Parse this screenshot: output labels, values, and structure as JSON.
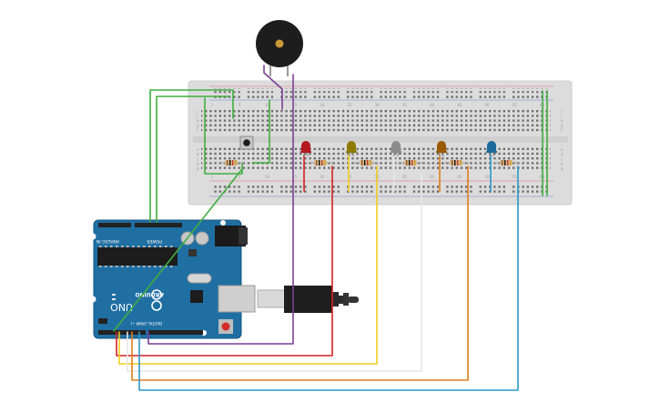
{
  "board": {
    "logo_text": "ARDUINO",
    "model": "UNO",
    "power_header_label": "POWER",
    "analog_header_label": "ANALOG IN",
    "digital_label": "DIGITAL (PWM ~)"
  },
  "breadboard": {
    "column_numbers": [
      "1",
      "5",
      "10",
      "15",
      "20",
      "25",
      "30",
      "35",
      "40",
      "45",
      "50",
      "55",
      "60"
    ],
    "row_letters_top": [
      "j",
      "i",
      "h",
      "g",
      "f"
    ],
    "row_letters_bottom": [
      "e",
      "d",
      "c",
      "b",
      "a"
    ]
  },
  "components": {
    "leds": [
      {
        "name": "red",
        "color": "#b3191f"
      },
      {
        "name": "yellow",
        "color": "#8f7a00"
      },
      {
        "name": "gray",
        "color": "#8c8c8c"
      },
      {
        "name": "orange",
        "color": "#9c5a00"
      },
      {
        "name": "blue",
        "color": "#1c6a9a"
      }
    ],
    "buzzer_icon": "piezo-buzzer-icon",
    "button_icon": "pushbutton-icon"
  },
  "wires": {
    "green": "#3fae3f",
    "purple": "#7a3f96",
    "red": "#d42020",
    "yellow": "#f0cc1e",
    "white": "#e6e6e6",
    "orange": "#e07d1c",
    "blue": "#2d97c9"
  }
}
